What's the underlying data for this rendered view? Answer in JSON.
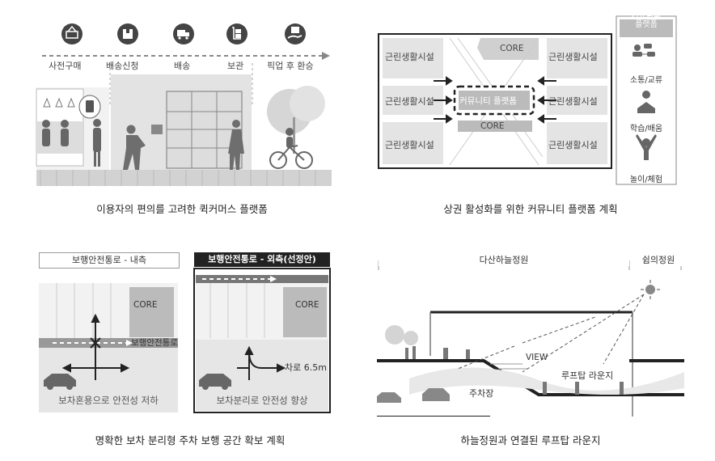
{
  "panel1": {
    "steps": [
      "사전구매",
      "배송신청",
      "배송",
      "보관",
      "픽업 후 환승"
    ],
    "icons": [
      "basket-icon",
      "box-icon",
      "truck-icon",
      "dolly-icon",
      "pickup-hand-icon"
    ],
    "caption": "이용자의 편의를 고려한 퀵커머스 플랫폼"
  },
  "panel2": {
    "shops": [
      "근린생활시설",
      "근린생활시설",
      "근린생활시설",
      "근린생활시설",
      "근린생활시설",
      "근린생활시설"
    ],
    "core_top": "CORE",
    "core_bottom": "CORE",
    "community": "커뮤니티 플랫폼",
    "legend_title": "커뮤니티\n플랫폼",
    "legend_items": [
      "소통/교류",
      "학습/배움",
      "놀이/체험"
    ],
    "caption": "상권 활성화를 위한 커뮤니티 플랫폼 계획"
  },
  "panel3": {
    "left_title": "보행안전통로 - 내측",
    "right_title": "보행안전통로 - 외측(선정안)",
    "core_left": "CORE",
    "core_right": "CORE",
    "path_label": "보행안전통로",
    "lane_label": "차로 6.5m",
    "left_note": "보차혼용으로 안전성 저하",
    "right_note": "보차분리로 안전성 향상",
    "caption": "명확한 보차 분리형 주차 보행 공간 확보 계획"
  },
  "panel4": {
    "sky_garden": "다산하늘정원",
    "rest_garden": "쉼의정원",
    "view": "VIEW",
    "lounge": "루프탑 라운지",
    "parking": "주차장",
    "caption": "하늘정원과 연결된 루프탑 라운지"
  }
}
